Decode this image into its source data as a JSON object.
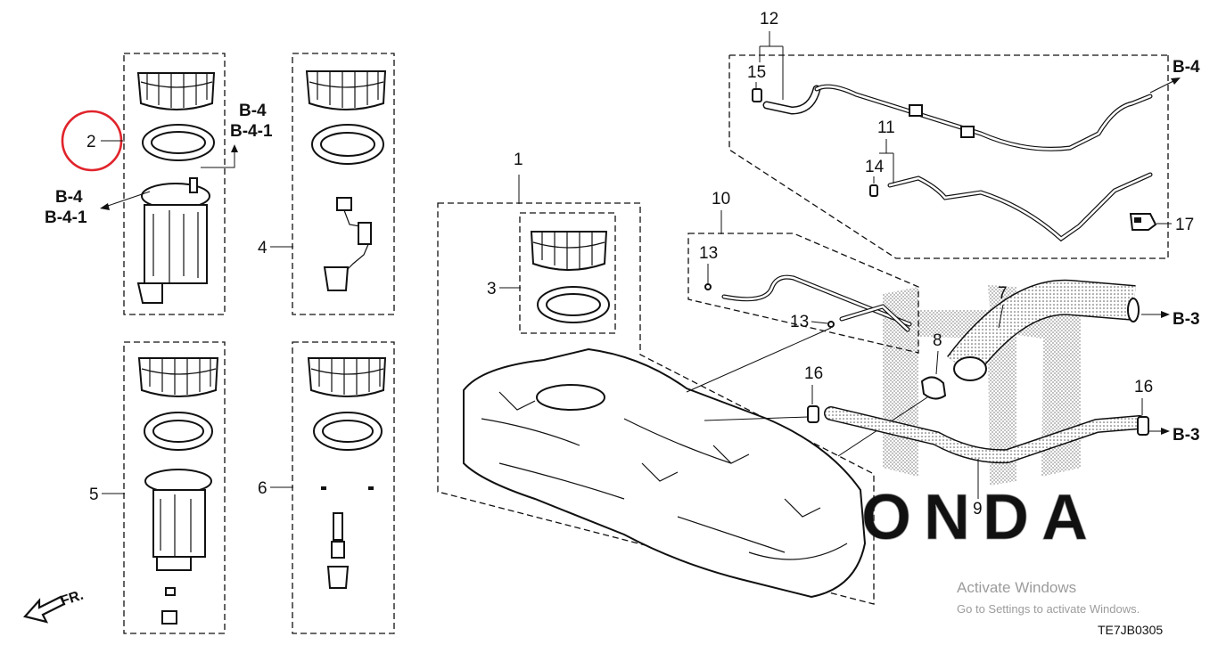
{
  "parts": {
    "p1": "1",
    "p2": "2",
    "p3": "3",
    "p4": "4",
    "p5": "5",
    "p6": "6",
    "p7": "7",
    "p8": "8",
    "p9": "9",
    "p10": "10",
    "p11": "11",
    "p12": "12",
    "p13": "13",
    "p14": "14",
    "p15": "15",
    "p16": "16",
    "p17": "17"
  },
  "refs": {
    "b4": "B-4",
    "b41": "B-4-1",
    "b3": "B-3",
    "fr": "FR."
  },
  "drawing_code": "TE7JB0305",
  "watermark": "HONDA",
  "highlight_color": "#e0242b",
  "activation": {
    "title": "Activate Windows",
    "subtitle": "Go to Settings to activate Windows."
  }
}
